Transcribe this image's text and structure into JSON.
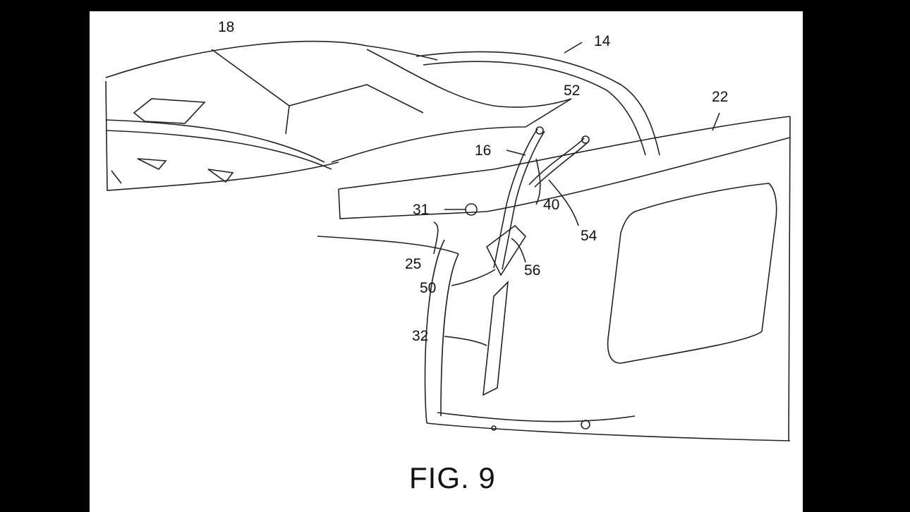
{
  "figure": {
    "caption": "FIG. 9",
    "reference_numerals": [
      "18",
      "14",
      "52",
      "22",
      "16",
      "40",
      "54",
      "31",
      "25",
      "56",
      "50",
      "32"
    ]
  }
}
